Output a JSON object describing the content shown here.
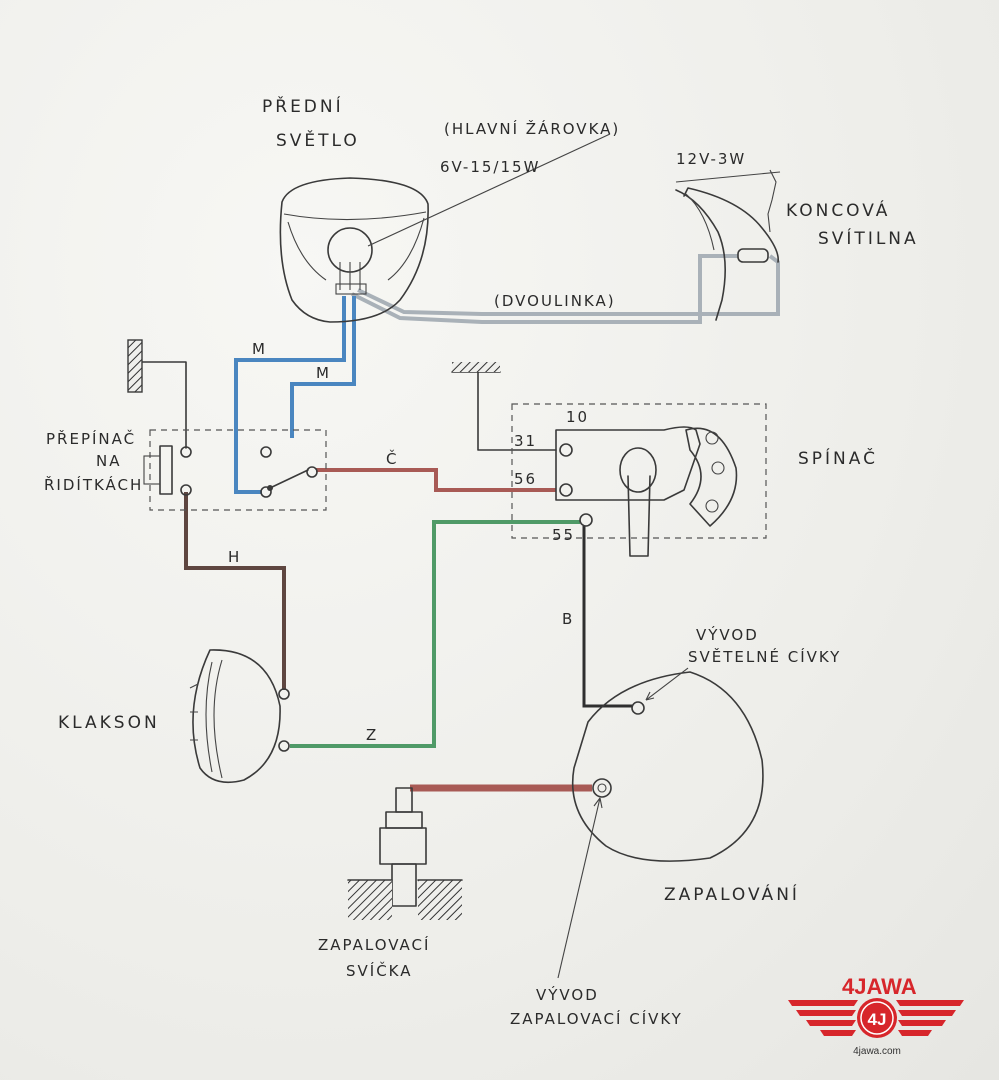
{
  "labels": {
    "headlight_line1": "PŘEDNÍ",
    "headlight_line2": "SVĚTLO",
    "bulb_line1": "(HLAVNÍ ŽÁROVKA)",
    "bulb_line2": "6V-15/15W",
    "tail_bulb": "12V-3W",
    "tail_line1": "KONCOVÁ",
    "tail_line2": "SVÍTILNA",
    "twin_cable": "(DVOULINKA)",
    "switch_bar_line1": "PŘEPÍNAČ",
    "switch_bar_line2": "NA",
    "switch_bar_line3": "ŘIDÍTKÁCH",
    "main_switch": "SPÍNAČ",
    "horn": "KLAKSON",
    "light_coil_line1": "VÝVOD",
    "light_coil_line2": "SVĚTELNÉ CÍVKY",
    "ignition": "ZAPALOVÁNÍ",
    "spark_plug_line1": "ZAPALOVACÍ",
    "spark_plug_line2": "SVÍČKA",
    "ignition_coil_line1": "VÝVOD",
    "ignition_coil_line2": "ZAPALOVACÍ CÍVKY"
  },
  "terminals": {
    "t10": "10",
    "t31": "31",
    "t56": "56",
    "t55": "55"
  },
  "wire_labels": {
    "m1": "M",
    "m2": "M",
    "c": "Č",
    "h": "H",
    "b": "B",
    "z": "Z"
  },
  "wire_colors": {
    "blue": "#4a86c0",
    "grey": "#a9b1b8",
    "red": "#a85a55",
    "brown": "#5e4640",
    "green": "#4f9a67",
    "black": "#2f2f2f"
  },
  "logo": {
    "brand": "4JAWA",
    "emblem": "4J",
    "url": "4jawa.com",
    "color": "#d7262b"
  }
}
